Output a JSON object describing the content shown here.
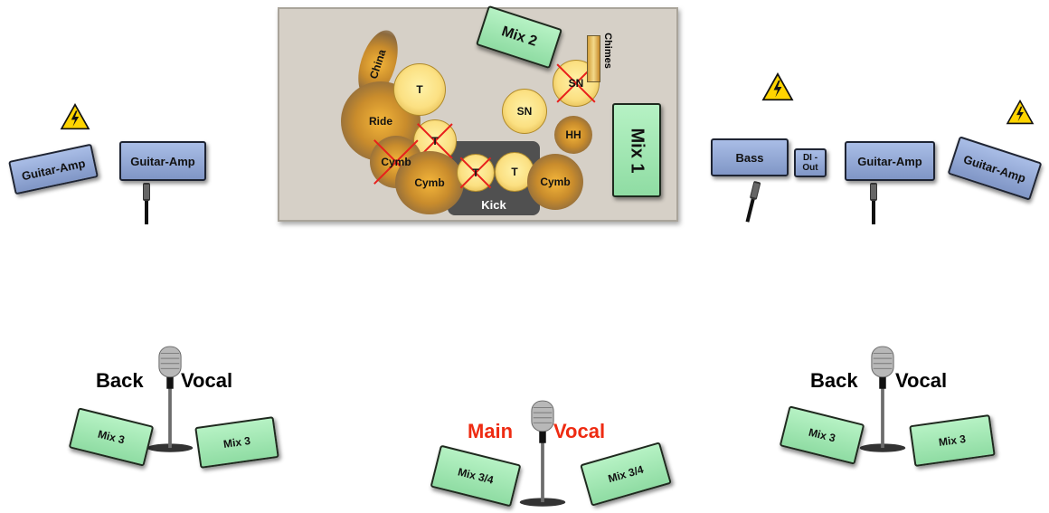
{
  "drum_riser": {
    "mix2": "Mix 2",
    "mix1": "Mix 1",
    "chimes": "Chimes",
    "kick": "Kick",
    "china": "China",
    "ride": "Ride",
    "tom_1": "T",
    "tom_2": "T",
    "tom_3": "T",
    "tom_4": "T",
    "cymb_1": "Cymb",
    "cymb_2": "Cymb",
    "cymb_3": "Cymb",
    "snare_1": "SN",
    "snare_2": "SN",
    "hihat": "HH"
  },
  "left_amps": {
    "amp1": "Guitar-Amp",
    "amp2": "Guitar-Amp"
  },
  "right_amps": {
    "bass": "Bass",
    "di_out": "DI - Out",
    "amp3": "Guitar-Amp",
    "amp4": "Guitar-Amp"
  },
  "vocals": {
    "left_back": {
      "word1": "Back",
      "word2": "Vocal",
      "mon1": "Mix 3",
      "mon2": "Mix 3"
    },
    "main": {
      "word1": "Main",
      "word2": "Vocal",
      "mon1": "Mix 3/4",
      "mon2": "Mix 3/4"
    },
    "right_back": {
      "word1": "Back",
      "word2": "Vocal",
      "mon1": "Mix 3",
      "mon2": "Mix 3"
    }
  },
  "colors": {
    "amp": "#8fa6d6",
    "monitor": "#9ee6b0",
    "riser": "#d6d0c7",
    "main_vocal": "#ee2b12",
    "warning": "#ffd400"
  },
  "icons": [
    "warning-icon",
    "microphone-icon",
    "vintage-microphone-icon"
  ]
}
